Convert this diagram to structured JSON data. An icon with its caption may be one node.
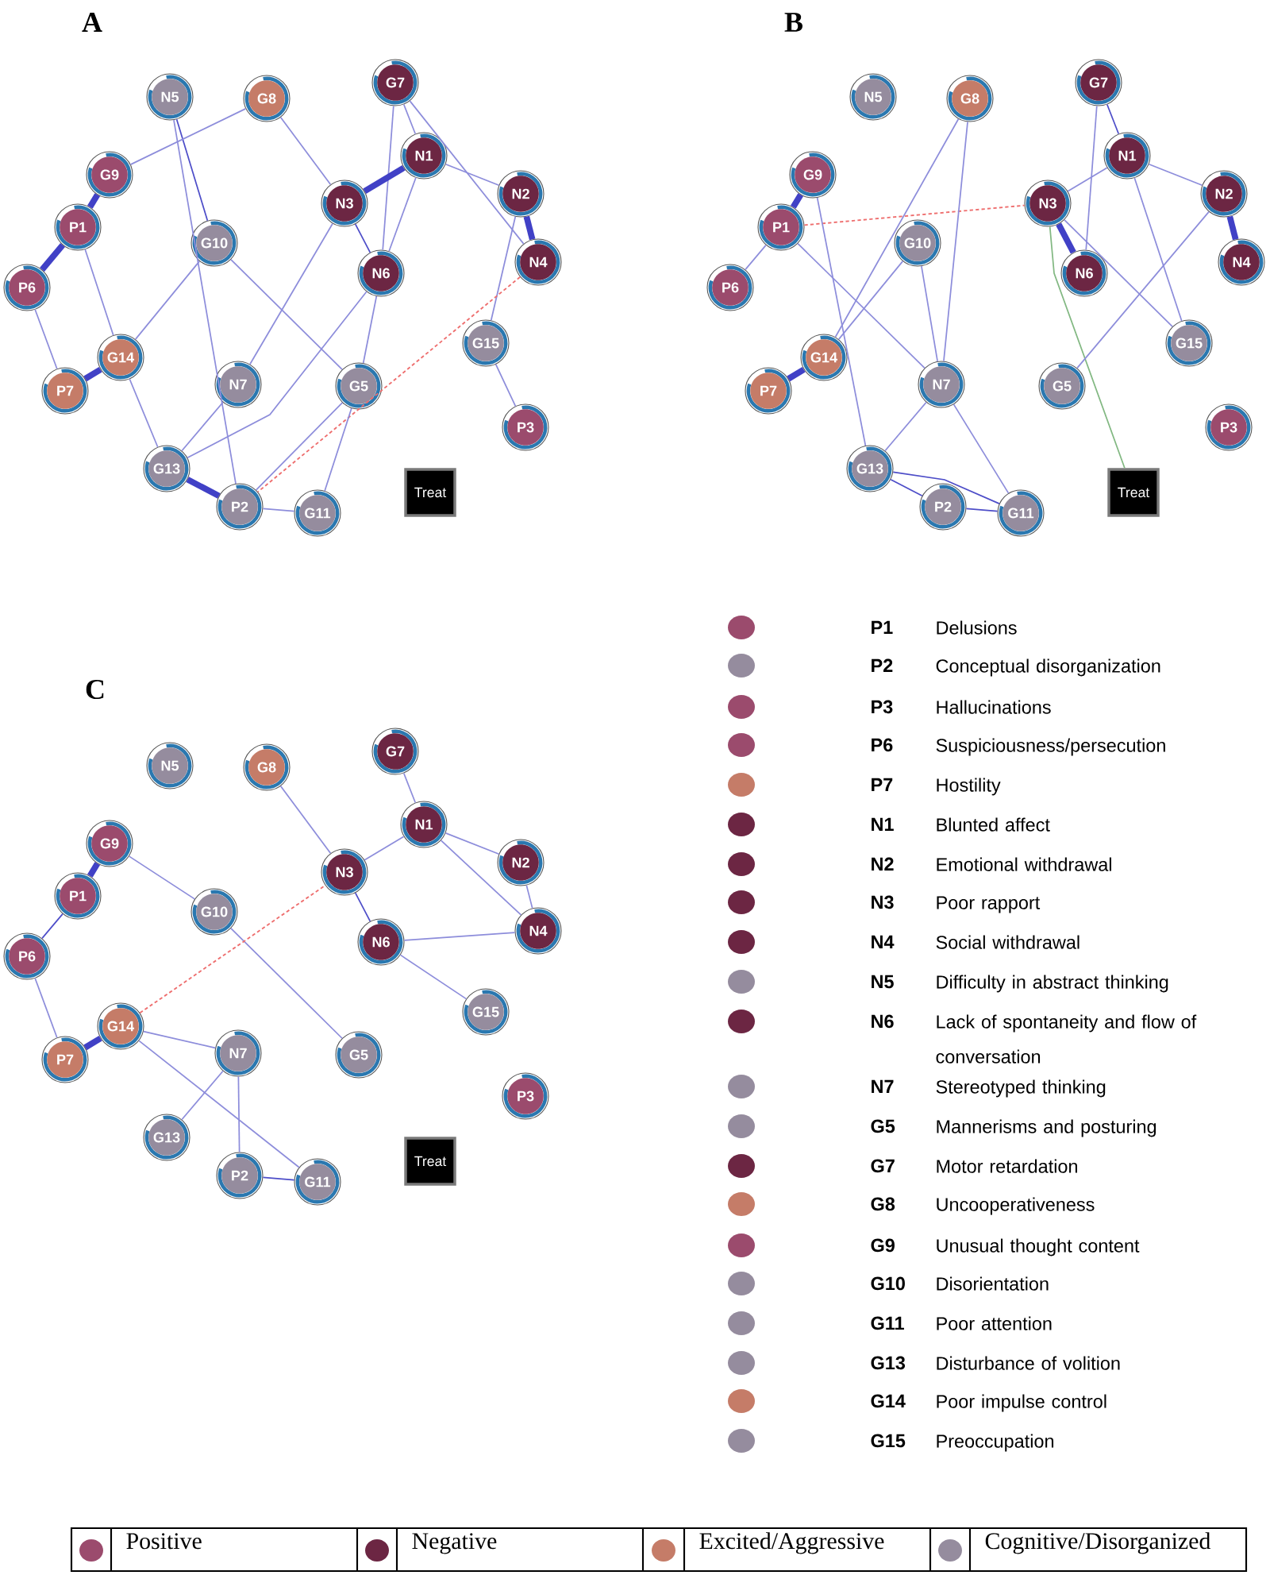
{
  "diagram": {
    "nodes": [
      {
        "text": [
          "N5"
        ]
      },
      {
        "text": [
          "G8"
        ]
      },
      {
        "text": [
          "G7"
        ]
      },
      {
        "text": [
          "N1"
        ]
      },
      {
        "text": [
          "G9"
        ]
      },
      {
        "text": [
          "N3"
        ]
      },
      {
        "text": [
          "N2"
        ]
      },
      {
        "text": [
          "P1"
        ]
      },
      {
        "text": [
          "G10"
        ]
      },
      {
        "text": [
          "N6"
        ]
      },
      {
        "text": [
          "N4"
        ]
      },
      {
        "text": [
          "P6"
        ]
      },
      {
        "text": [
          "G15"
        ]
      },
      {
        "text": [
          "G14"
        ]
      },
      {
        "text": [
          "P7"
        ]
      },
      {
        "text": [
          "N7"
        ]
      },
      {
        "text": [
          "G5"
        ]
      },
      {
        "text": [
          "P3"
        ]
      },
      {
        "text": [
          "G13"
        ]
      },
      {
        "text": [
          "P2"
        ]
      },
      {
        "text": [
          "G11"
        ]
      },
      {
        "text": [
          "Treat"
        ]
      },
      {
        "text": [
          "N5"
        ]
      },
      {
        "text": [
          "G8"
        ]
      },
      {
        "text": [
          "G7"
        ]
      },
      {
        "text": [
          "N1"
        ]
      },
      {
        "text": [
          "G9"
        ]
      },
      {
        "text": [
          "N3"
        ]
      },
      {
        "text": [
          "N2"
        ]
      },
      {
        "text": [
          "P1"
        ]
      },
      {
        "text": [
          "G10"
        ]
      },
      {
        "text": [
          "N6"
        ]
      },
      {
        "text": [
          "N4"
        ]
      },
      {
        "text": [
          "P6"
        ]
      },
      {
        "text": [
          "G15"
        ]
      },
      {
        "text": [
          "G14"
        ]
      },
      {
        "text": [
          "P7"
        ]
      },
      {
        "text": [
          "N7"
        ]
      },
      {
        "text": [
          "G5"
        ]
      },
      {
        "text": [
          "P3"
        ]
      },
      {
        "text": [
          "G13"
        ]
      },
      {
        "text": [
          "P2"
        ]
      },
      {
        "text": [
          "G11"
        ]
      },
      {
        "text": [
          "Treat"
        ]
      },
      {
        "text": [
          "N5"
        ]
      },
      {
        "text": [
          "G8"
        ]
      },
      {
        "text": [
          "G7"
        ]
      },
      {
        "text": [
          "N1"
        ]
      },
      {
        "text": [
          "G9"
        ]
      },
      {
        "text": [
          "N3"
        ]
      },
      {
        "text": [
          "N2"
        ]
      },
      {
        "text": [
          "P1"
        ]
      },
      {
        "text": [
          "G10"
        ]
      },
      {
        "text": [
          "N6"
        ]
      },
      {
        "text": [
          "N4"
        ]
      },
      {
        "text": [
          "P6"
        ]
      },
      {
        "text": [
          "G15"
        ]
      },
      {
        "text": [
          "G14"
        ]
      },
      {
        "text": [
          "P7"
        ]
      },
      {
        "text": [
          "N7"
        ]
      },
      {
        "text": [
          "G5"
        ]
      },
      {
        "text": [
          "P3"
        ]
      },
      {
        "text": [
          "G13"
        ]
      },
      {
        "text": [
          "P2"
        ]
      },
      {
        "text": [
          "G11"
        ]
      },
      {
        "text": [
          "Treat"
        ]
      }
    ],
    "edges": [
      {
        "from": 0,
        "to": 8,
        "arrow": "none",
        "color": "#4d4dc8"
      },
      {
        "from": 0,
        "to": 19,
        "arrow": "none"
      },
      {
        "from": 1,
        "to": 4,
        "arrow": "none"
      },
      {
        "from": 1,
        "to": 5,
        "arrow": "none"
      },
      {
        "from": 2,
        "to": 3,
        "arrow": "none"
      },
      {
        "from": 2,
        "to": 9,
        "arrow": "none"
      },
      {
        "from": 2,
        "to": 10,
        "arrow": "none"
      },
      {
        "from": 3,
        "to": 5,
        "arrow": "none",
        "style": "thick",
        "color": "#4141c6"
      },
      {
        "from": 3,
        "to": 9,
        "arrow": "none"
      },
      {
        "from": 3,
        "to": 6,
        "arrow": "none"
      },
      {
        "from": 4,
        "to": 7,
        "arrow": "none",
        "style": "thick",
        "color": "#4141c6"
      },
      {
        "from": 5,
        "to": 9,
        "arrow": "none",
        "color": "#4d4dc8"
      },
      {
        "from": 5,
        "to": 15,
        "arrow": "none"
      },
      {
        "from": 6,
        "to": 10,
        "arrow": "none",
        "style": "thick",
        "color": "#4141c6"
      },
      {
        "from": 6,
        "to": 12,
        "arrow": "none"
      },
      {
        "from": 7,
        "to": 11,
        "arrow": "none",
        "style": "thick",
        "color": "#4141c6"
      },
      {
        "from": 7,
        "to": 13,
        "arrow": "none"
      },
      {
        "from": 8,
        "to": 13,
        "arrow": "none"
      },
      {
        "from": 8,
        "to": 16,
        "arrow": "none"
      },
      {
        "from": 9,
        "to": 18,
        "arrow": "none"
      },
      {
        "from": 9,
        "to": 16,
        "arrow": "none"
      },
      {
        "from": 10,
        "to": 19,
        "arrow": "none",
        "style": "dashed",
        "color": "#ee6e6e"
      },
      {
        "from": 11,
        "to": 14,
        "arrow": "none"
      },
      {
        "from": 12,
        "to": 17,
        "arrow": "none"
      },
      {
        "from": 13,
        "to": 14,
        "arrow": "none",
        "style": "thick",
        "color": "#4141c6"
      },
      {
        "from": 13,
        "to": 18,
        "arrow": "none"
      },
      {
        "from": 15,
        "to": 18,
        "arrow": "none"
      },
      {
        "from": 16,
        "to": 19,
        "arrow": "none"
      },
      {
        "from": 16,
        "to": 20,
        "arrow": "none"
      },
      {
        "from": 18,
        "to": 19,
        "arrow": "none",
        "style": "thick",
        "color": "#4141c6"
      },
      {
        "from": 19,
        "to": 20,
        "arrow": "none"
      },
      {
        "from": 26,
        "to": 29,
        "arrow": "none",
        "style": "thick",
        "color": "#4141c6"
      },
      {
        "from": 29,
        "to": 33,
        "arrow": "none"
      },
      {
        "from": 29,
        "to": 27,
        "arrow": "none",
        "style": "dashed",
        "color": "#ee6e6e"
      },
      {
        "from": 29,
        "to": 37,
        "arrow": "none"
      },
      {
        "from": 26,
        "to": 40,
        "arrow": "none"
      },
      {
        "from": 23,
        "to": 35,
        "arrow": "none"
      },
      {
        "from": 23,
        "to": 37,
        "arrow": "none"
      },
      {
        "from": 30,
        "to": 35,
        "arrow": "none"
      },
      {
        "from": 30,
        "to": 37,
        "arrow": "none"
      },
      {
        "from": 36,
        "to": 35,
        "arrow": "none",
        "style": "thick",
        "color": "#4141c6"
      },
      {
        "from": 37,
        "to": 40,
        "arrow": "none"
      },
      {
        "from": 37,
        "to": 42,
        "arrow": "none"
      },
      {
        "from": 40,
        "to": 41,
        "arrow": "none",
        "color": "#4d4dc8"
      },
      {
        "from": 40,
        "to": 42,
        "arrow": "none",
        "color": "#4d4dc8"
      },
      {
        "from": 41,
        "to": 42,
        "arrow": "none",
        "color": "#4d4dc8"
      },
      {
        "from": 24,
        "to": 25,
        "arrow": "none",
        "color": "#4d4dc8"
      },
      {
        "from": 24,
        "to": 31,
        "arrow": "none"
      },
      {
        "from": 25,
        "to": 27,
        "arrow": "none"
      },
      {
        "from": 25,
        "to": 28,
        "arrow": "none"
      },
      {
        "from": 25,
        "to": 34,
        "arrow": "none"
      },
      {
        "from": 27,
        "to": 31,
        "arrow": "none",
        "style": "thick",
        "color": "#4141c6"
      },
      {
        "from": 27,
        "to": 34,
        "arrow": "none"
      },
      {
        "from": 27,
        "to": 43,
        "arrow": "none",
        "color": "#82b882"
      },
      {
        "from": 28,
        "to": 32,
        "arrow": "none",
        "style": "thick",
        "color": "#4141c6"
      },
      {
        "from": 28,
        "to": 38,
        "arrow": "none"
      },
      {
        "from": 48,
        "to": 51,
        "arrow": "none",
        "style": "thick",
        "color": "#4141c6"
      },
      {
        "from": 51,
        "to": 55,
        "arrow": "none",
        "color": "#4d4dc8"
      },
      {
        "from": 55,
        "to": 58,
        "arrow": "none"
      },
      {
        "from": 58,
        "to": 57,
        "arrow": "none",
        "style": "thick",
        "color": "#4141c6"
      },
      {
        "from": 48,
        "to": 52,
        "arrow": "none"
      },
      {
        "from": 52,
        "to": 60,
        "arrow": "none"
      },
      {
        "from": 57,
        "to": 49,
        "arrow": "none",
        "style": "dashed",
        "color": "#ee6e6e"
      },
      {
        "from": 57,
        "to": 59,
        "arrow": "none"
      },
      {
        "from": 57,
        "to": 64,
        "arrow": "none"
      },
      {
        "from": 45,
        "to": 49,
        "arrow": "none"
      },
      {
        "from": 46,
        "to": 47,
        "arrow": "none"
      },
      {
        "from": 49,
        "to": 47,
        "arrow": "none"
      },
      {
        "from": 49,
        "to": 53,
        "arrow": "none",
        "color": "#4d4dc8"
      },
      {
        "from": 47,
        "to": 50,
        "arrow": "none"
      },
      {
        "from": 47,
        "to": 54,
        "arrow": "none"
      },
      {
        "from": 50,
        "to": 54,
        "arrow": "none"
      },
      {
        "from": 53,
        "to": 54,
        "arrow": "none"
      },
      {
        "from": 53,
        "to": 56,
        "arrow": "none"
      },
      {
        "from": 59,
        "to": 62,
        "arrow": "none"
      },
      {
        "from": 59,
        "to": 63,
        "arrow": "none"
      },
      {
        "from": 63,
        "to": 64,
        "arrow": "none",
        "color": "#4d4dc8"
      }
    ],
    "labels": [
      "A",
      "B",
      "C",
      "P1",
      "P2",
      "P3",
      "P6",
      "P7",
      "N1",
      "N2",
      "N3",
      "N4",
      "N5",
      "N6",
      "N7",
      "G5",
      "G7",
      "G8",
      "G9",
      "G10",
      "G11",
      "G13",
      "G14",
      "G15"
    ],
    "legend": [
      {
        "text": "Delusions",
        "color": "#9b4b6d"
      },
      {
        "text": "Conceptual disorganization",
        "color": "#958c9e"
      },
      {
        "text": "Hallucinations",
        "color": "#9b4b6d"
      },
      {
        "text": "Suspiciousness/persecution",
        "color": "#9b4b6d"
      },
      {
        "text": "Hostility",
        "color": "#c57c68"
      },
      {
        "text": "Blunted affect",
        "color": "#6c2643"
      },
      {
        "text": "Emotional withdrawal",
        "color": "#6c2643"
      },
      {
        "text": "Poor rapport",
        "color": "#6c2643"
      },
      {
        "text": "Social withdrawal",
        "color": "#6c2643"
      },
      {
        "text": "Difficulty in abstract thinking",
        "color": "#958c9e"
      },
      {
        "text": "Lack of spontaneity and flow of conversation",
        "color": "#6c2643"
      },
      {
        "text": "Stereotyped thinking",
        "color": "#958c9e"
      },
      {
        "text": "Mannerisms and posturing",
        "color": "#958c9e"
      },
      {
        "text": "Motor retardation",
        "color": "#6c2643"
      },
      {
        "text": "Uncooperativeness",
        "color": "#c57c68"
      },
      {
        "text": "Unusual thought content",
        "color": "#9b4b6d"
      },
      {
        "text": "Disorientation",
        "color": "#958c9e"
      },
      {
        "text": "Poor attention",
        "color": "#958c9e"
      },
      {
        "text": "Disturbance of volition",
        "color": "#958c9e"
      },
      {
        "text": "Poor impulse control",
        "color": "#c57c68"
      },
      {
        "text": "Preoccupation",
        "color": "#958c9e"
      },
      {
        "text": "Positive",
        "color": "#9b4b6d"
      },
      {
        "text": "Negative",
        "color": "#6c2643"
      },
      {
        "text": "Excited/Aggressive",
        "color": "#c57c68"
      },
      {
        "text": "Cognitive/Disorganized",
        "color": "#958c9e"
      }
    ]
  }
}
